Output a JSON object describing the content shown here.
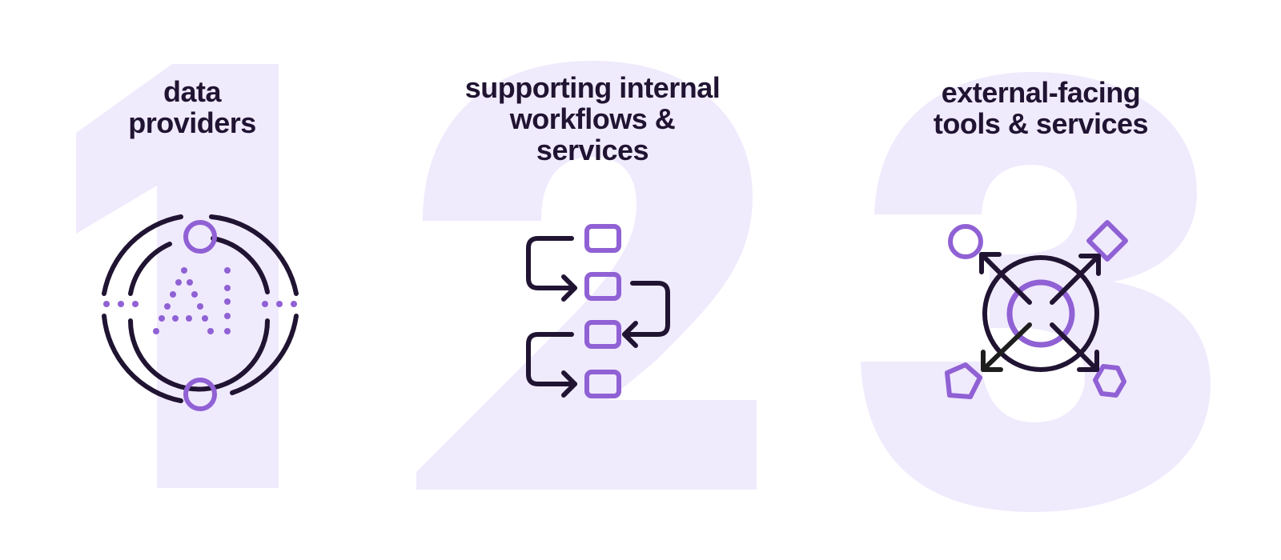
{
  "colors": {
    "numeral_fill": "#f0eafd",
    "ink": "#201432",
    "accent": "#9061d4",
    "background": "#ffffff"
  },
  "columns": [
    {
      "numeral": "1",
      "title_lines": [
        "data",
        "providers"
      ],
      "icon": "ai-orbit-icon"
    },
    {
      "numeral": "2",
      "title_lines": [
        "supporting internal",
        "workflows &",
        "services"
      ],
      "icon": "workflow-steps-icon"
    },
    {
      "numeral": "3",
      "title_lines": [
        "external-facing",
        "tools & services"
      ],
      "icon": "distribute-outward-icon"
    }
  ]
}
